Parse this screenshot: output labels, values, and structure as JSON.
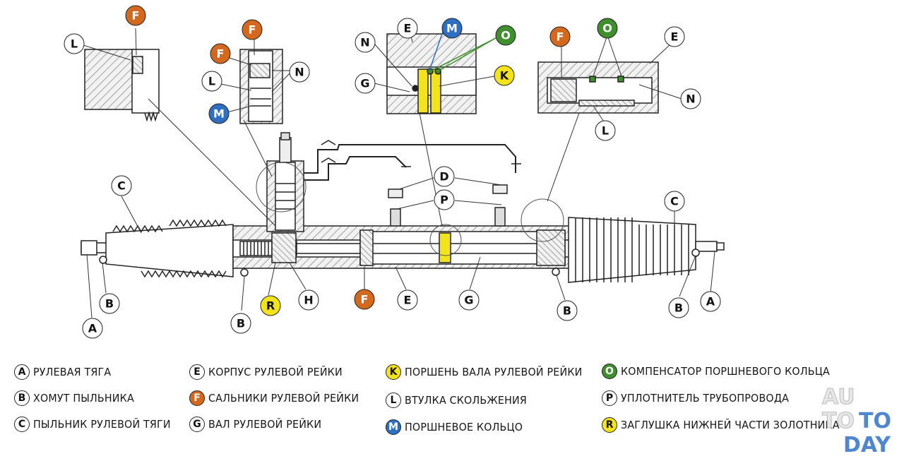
{
  "colors": {
    "orange": "#d2691e",
    "blue": "#2f6fc2",
    "green": "#3f8f2e",
    "yellow": "#f3e31a",
    "white": "#ffffff",
    "line": "#222222"
  },
  "callouts": {
    "A": "A",
    "B": "B",
    "C": "C",
    "D": "D",
    "E": "E",
    "F": "F",
    "G": "G",
    "H": "H",
    "K": "K",
    "L": "L",
    "M": "M",
    "N": "N",
    "O": "O",
    "P": "P",
    "R": "R"
  },
  "legend": [
    {
      "letter": "A",
      "text": "РУЛЕВАЯ ТЯГА",
      "color": "white"
    },
    {
      "letter": "B",
      "text": "ХОМУТ ПЫЛЬНИКА",
      "color": "white"
    },
    {
      "letter": "C",
      "text": "ПЫЛЬНИК РУЛЕВОЙ ТЯГИ",
      "color": "white"
    },
    {
      "letter": "E",
      "text": "КОРПУС РУЛЕВОЙ РЕЙКИ",
      "color": "white"
    },
    {
      "letter": "F",
      "text": "САЛЬНИКИ РУЛЕВОЙ РЕЙКИ",
      "color": "orange"
    },
    {
      "letter": "G",
      "text": "ВАЛ РУЛЕВОЙ РЕЙКИ",
      "color": "white"
    },
    {
      "letter": "K",
      "text": "ПОРШЕНЬ ВАЛА РУЛЕВОЙ РЕЙКИ",
      "color": "yellow"
    },
    {
      "letter": "L",
      "text": "ВТУЛКА СКОЛЬЖЕНИЯ",
      "color": "white"
    },
    {
      "letter": "M",
      "text": "ПОРШНЕВОЕ КОЛЬЦО",
      "color": "blue"
    },
    {
      "letter": "O",
      "text": "КОМПЕНСАТОР ПОРШНЕВОГО КОЛЬЦА",
      "color": "green"
    },
    {
      "letter": "P",
      "text": "УПЛОТНИТЕЛЬ ТРУБОПРОВОДА",
      "color": "white"
    },
    {
      "letter": "R",
      "text": "ЗАГЛУШКА НИЖНЕЙ ЧАСТИ ЗОЛОТНИКА",
      "color": "yellow"
    }
  ],
  "watermark": {
    "line1": "AU",
    "line2": "TO",
    "line3": "TO",
    "line4": "DAY"
  }
}
